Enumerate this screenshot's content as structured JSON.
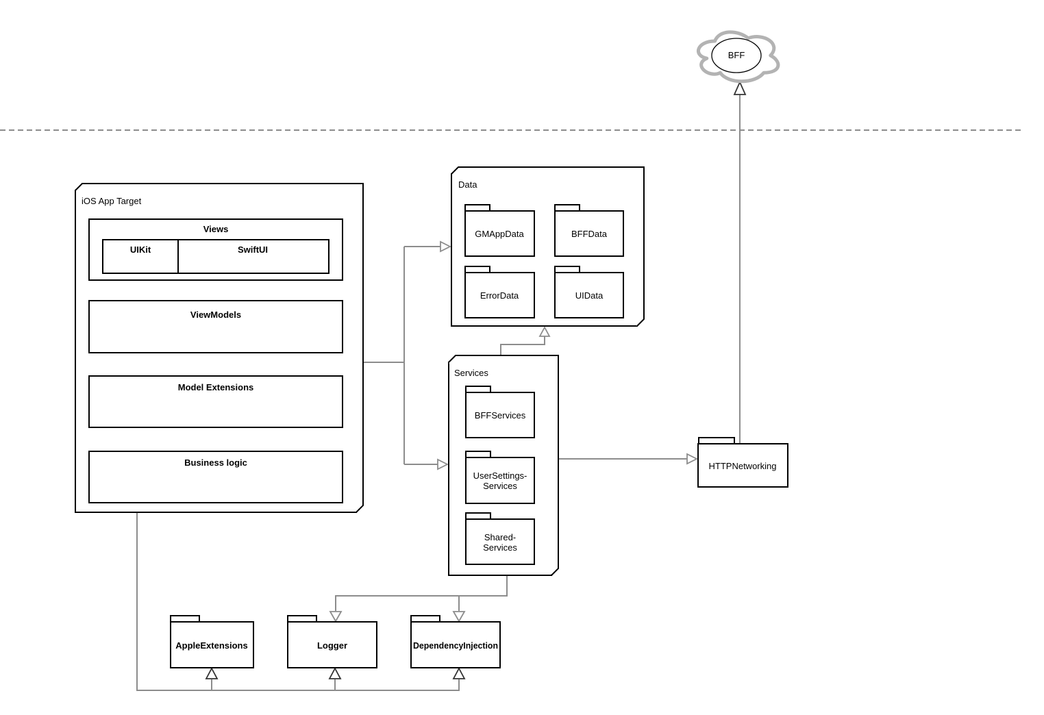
{
  "cloud": {
    "label": "BFF"
  },
  "ios_app_target": {
    "title": "iOS App Target",
    "views": {
      "title": "Views",
      "uikit": "UIKit",
      "swiftui": "SwiftUI"
    },
    "viewmodels": "ViewModels",
    "model_extensions": "Model Extensions",
    "business_logic": "Business logic"
  },
  "data_package": {
    "title": "Data",
    "folders": {
      "gm_app_data": "GMAppData",
      "bff_data": "BFFData",
      "error_data": "ErrorData",
      "ui_data": "UIData"
    }
  },
  "services_package": {
    "title": "Services",
    "folders": {
      "bff_services": "BFFServices",
      "user_settings_services": {
        "line1": "UserSettings-",
        "line2": "Services"
      },
      "shared_services": {
        "line1": "Shared-",
        "line2": "Services"
      }
    }
  },
  "http_networking": {
    "label": "HTTPNetworking"
  },
  "shared_modules": {
    "apple_extensions": "AppleExtensions",
    "logger": "Logger",
    "dependency_injection": "DependencyInjection"
  },
  "colors": {
    "shape_stroke": "#000000",
    "connector": "#8c8c8c",
    "arrow_dark": "#333333",
    "cloud_stroke": "#b3b3b3",
    "background": "#ffffff"
  }
}
